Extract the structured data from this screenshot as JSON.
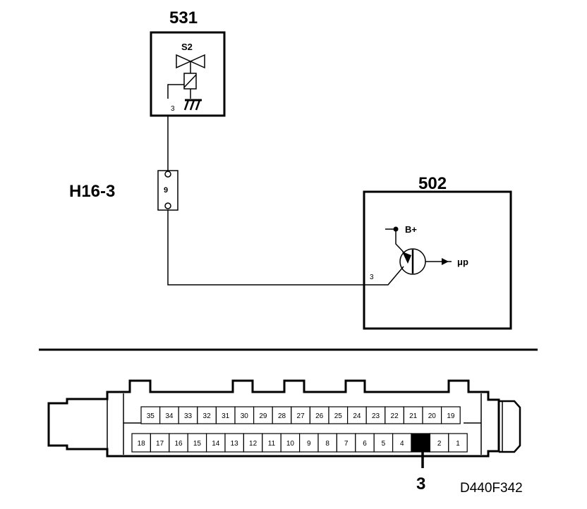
{
  "components": {
    "valve": {
      "id": "531",
      "symbol": "S2",
      "pin": "3"
    },
    "connector": {
      "id": "H16-3",
      "pin": "9"
    },
    "control_unit": {
      "id": "502",
      "supply": "B+",
      "micro": "μp",
      "pin": "3"
    }
  },
  "ecu_connector": {
    "top_row": [
      "35",
      "34",
      "33",
      "32",
      "31",
      "30",
      "29",
      "28",
      "27",
      "26",
      "25",
      "24",
      "23",
      "22",
      "21",
      "20",
      "19"
    ],
    "bottom_row": [
      "18",
      "17",
      "16",
      "15",
      "14",
      "13",
      "12",
      "11",
      "10",
      "9",
      "8",
      "7",
      "6",
      "5",
      "4",
      "3",
      "2",
      "1"
    ],
    "highlighted_pin": "3",
    "callout": "3"
  },
  "figure_ref": "D440F342"
}
